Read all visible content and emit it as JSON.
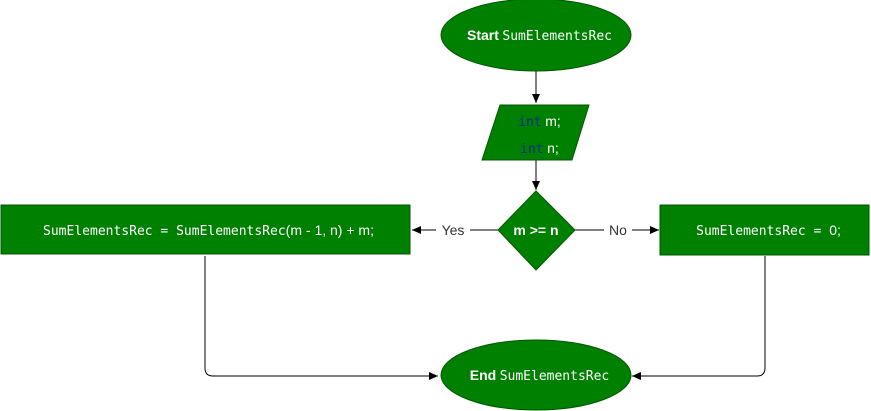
{
  "colors": {
    "node_fill": "#008000",
    "node_stroke": "#005700",
    "keyword": "#0a2a8a",
    "text": "#ffffff",
    "edge": "#000000"
  },
  "nodes": {
    "start": {
      "prefix": "Start",
      "name": "SumElementsRec"
    },
    "input": {
      "line1_type": "int",
      "line1_rest": "m;",
      "line2_type": "int",
      "line2_rest": "n;"
    },
    "decision": {
      "text": "m >= n"
    },
    "yes_process": {
      "lhs": "SumElementsRec",
      "op": " = ",
      "call": "SumElementsRec",
      "args": "(m - 1, n) + m;"
    },
    "no_process": {
      "lhs": "SumElementsRec",
      "assign": " = ",
      "value": "0;"
    },
    "end": {
      "prefix": "End",
      "name": "SumElementsRec"
    }
  },
  "edges": {
    "yes_label": "Yes",
    "no_label": "No"
  }
}
